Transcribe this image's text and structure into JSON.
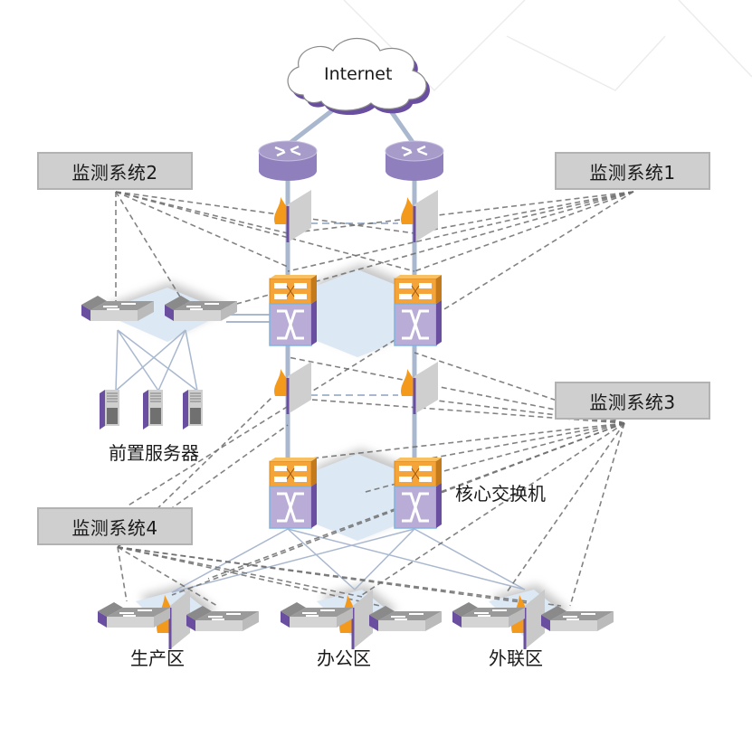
{
  "diagram": {
    "title": "network monitoring topology",
    "cloud": {
      "label": "Internet",
      "icon": "cloud-icon"
    },
    "monitors": [
      {
        "id": "mon1",
        "label": "监测系统1"
      },
      {
        "id": "mon2",
        "label": "监测系统2"
      },
      {
        "id": "mon3",
        "label": "监测系统3"
      },
      {
        "id": "mon4",
        "label": "监测系统4"
      }
    ],
    "labels": {
      "front_servers": "前置服务器",
      "core_switch": "核心交换机",
      "zones": [
        "生产区",
        "办公区",
        "外联区"
      ]
    },
    "devices": {
      "routers": 2,
      "firewall_rows": 2,
      "distribution_switches": 2,
      "core_switches": 2,
      "access_switches": 2,
      "servers": 3,
      "zones": 3
    },
    "colors": {
      "device_purple": "#a69bc9",
      "device_purple_dark": "#6a4fa0",
      "switch_orange": "#f5a43a",
      "flame_orange": "#f39a1d",
      "link_blue": "#a9b8cf",
      "dash_gray": "#6d6d6d",
      "mon_fill": "#d0cfd0",
      "highlight_fill": "#dce8f4"
    }
  }
}
